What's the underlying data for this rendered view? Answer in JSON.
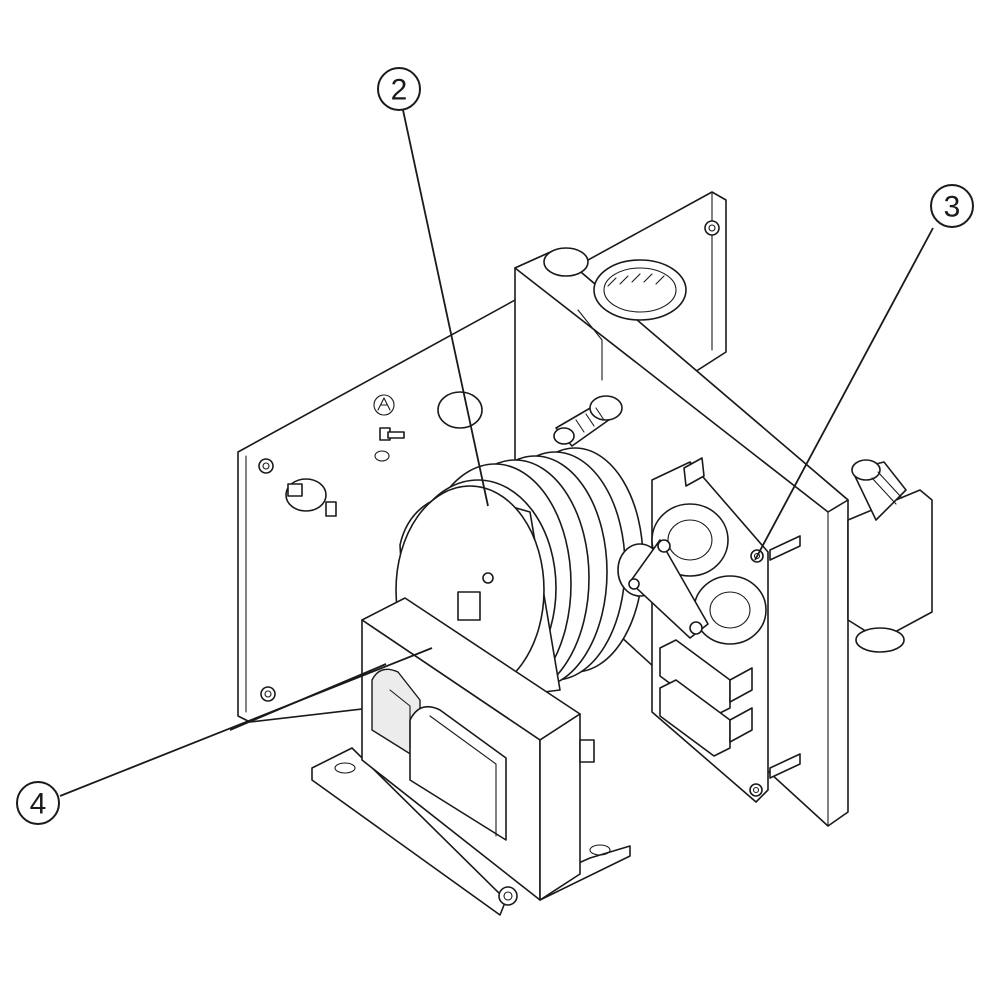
{
  "callouts": [
    {
      "id": "2",
      "label": "2"
    },
    {
      "id": "3",
      "label": "3"
    },
    {
      "id": "4",
      "label": "4"
    }
  ],
  "colors": {
    "line": "#1a1a1a",
    "background": "#ffffff",
    "shade": "#ececec"
  }
}
